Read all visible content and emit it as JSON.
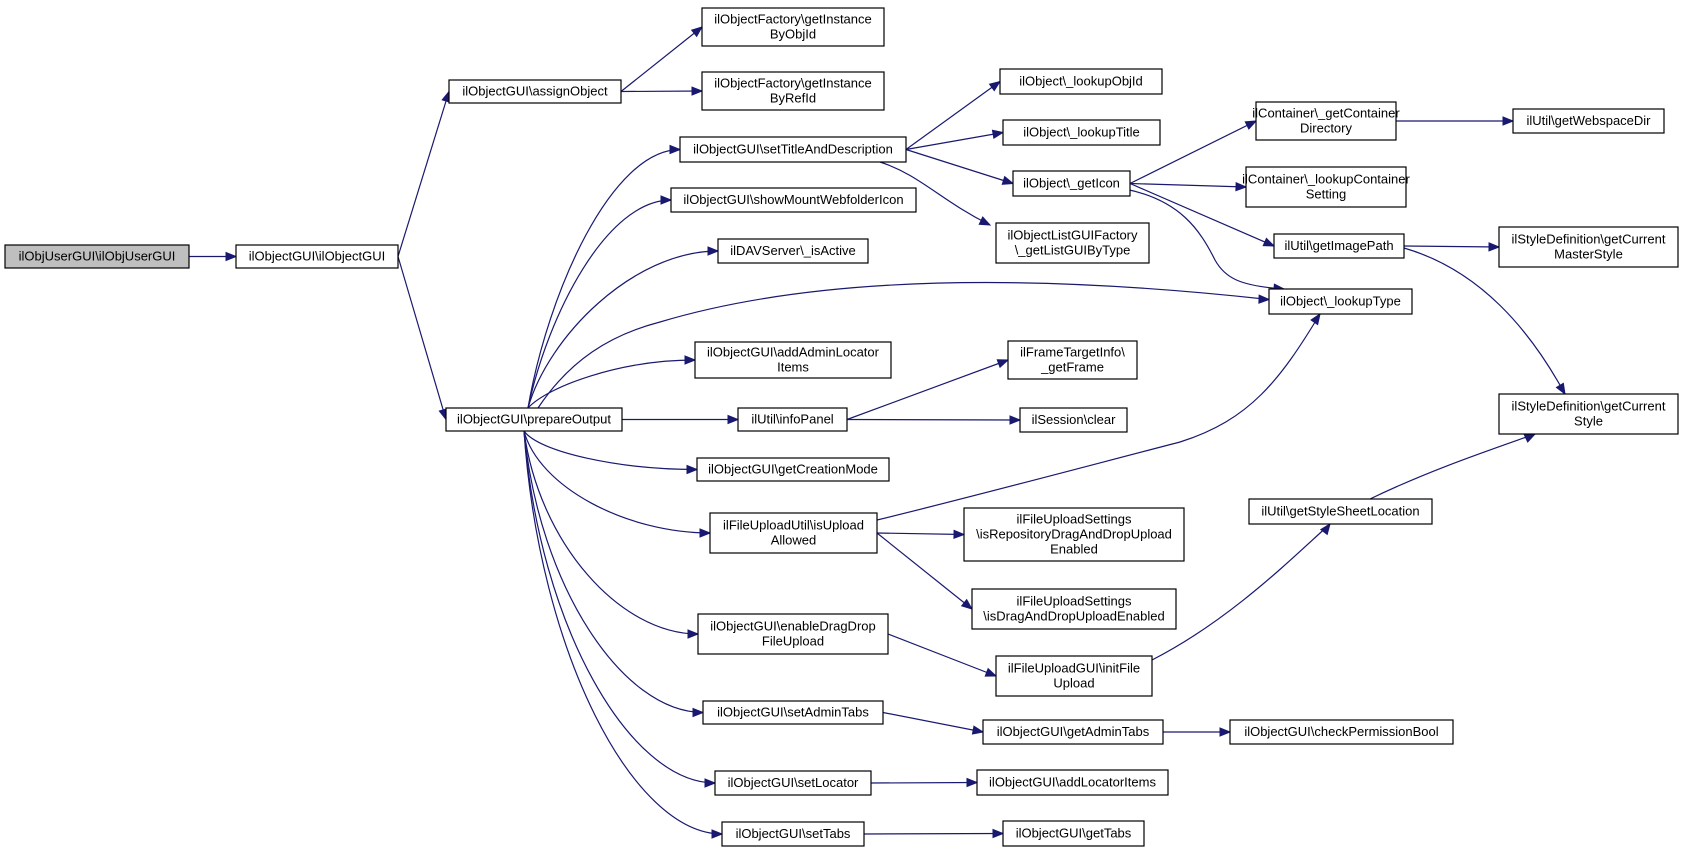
{
  "graph": {
    "edge_color": "#191970",
    "root_fill": "#bfbfbf",
    "nodes": [
      {
        "id": "root",
        "lines": [
          "ilObjUserGUI\\ilObjUserGUI"
        ],
        "root": true
      },
      {
        "id": "ctor",
        "lines": [
          "ilObjectGUI\\ilObjectGUI"
        ]
      },
      {
        "id": "assign",
        "lines": [
          "ilObjectGUI\\assignObject"
        ]
      },
      {
        "id": "getInstObj",
        "lines": [
          "ilObjectFactory\\getInstance",
          "ByObjId"
        ]
      },
      {
        "id": "getInstRef",
        "lines": [
          "ilObjectFactory\\getInstance",
          "ByRefId"
        ]
      },
      {
        "id": "prepare",
        "lines": [
          "ilObjectGUI\\prepareOutput"
        ]
      },
      {
        "id": "setTitle",
        "lines": [
          "ilObjectGUI\\setTitleAndDescription"
        ]
      },
      {
        "id": "showMount",
        "lines": [
          "ilObjectGUI\\showMountWebfolderIcon"
        ]
      },
      {
        "id": "davActive",
        "lines": [
          "ilDAVServer\\_isActive"
        ]
      },
      {
        "id": "addAdminLoc",
        "lines": [
          "ilObjectGUI\\addAdminLocator",
          "Items"
        ]
      },
      {
        "id": "infoPanel",
        "lines": [
          "ilUtil\\infoPanel"
        ]
      },
      {
        "id": "getCreation",
        "lines": [
          "ilObjectGUI\\getCreationMode"
        ]
      },
      {
        "id": "isUpload",
        "lines": [
          "ilFileUploadUtil\\isUpload",
          "Allowed"
        ]
      },
      {
        "id": "enableDD",
        "lines": [
          "ilObjectGUI\\enableDragDrop",
          "FileUpload"
        ]
      },
      {
        "id": "setAdminTabs",
        "lines": [
          "ilObjectGUI\\setAdminTabs"
        ]
      },
      {
        "id": "setLocator",
        "lines": [
          "ilObjectGUI\\setLocator"
        ]
      },
      {
        "id": "setTabs",
        "lines": [
          "ilObjectGUI\\setTabs"
        ]
      },
      {
        "id": "lookupObjId",
        "lines": [
          "ilObject\\_lookupObjId"
        ]
      },
      {
        "id": "lookupTitle",
        "lines": [
          "ilObject\\_lookupTitle"
        ]
      },
      {
        "id": "getIcon",
        "lines": [
          "ilObject\\_getIcon"
        ]
      },
      {
        "id": "listGUI",
        "lines": [
          "ilObjectListGUIFactory",
          "\\_getListGUIByType"
        ]
      },
      {
        "id": "frame",
        "lines": [
          "ilFrameTargetInfo\\",
          "_getFrame"
        ]
      },
      {
        "id": "sessClear",
        "lines": [
          "ilSession\\clear"
        ]
      },
      {
        "id": "repoDD",
        "lines": [
          "ilFileUploadSettings",
          "\\isRepositoryDragAndDropUpload",
          "Enabled"
        ]
      },
      {
        "id": "isDD",
        "lines": [
          "ilFileUploadSettings",
          "\\isDragAndDropUploadEnabled"
        ]
      },
      {
        "id": "initFile",
        "lines": [
          "ilFileUploadGUI\\initFile",
          "Upload"
        ]
      },
      {
        "id": "getAdminTabs",
        "lines": [
          "ilObjectGUI\\getAdminTabs"
        ]
      },
      {
        "id": "addLocItems",
        "lines": [
          "ilObjectGUI\\addLocatorItems"
        ]
      },
      {
        "id": "getTabs",
        "lines": [
          "ilObjectGUI\\getTabs"
        ]
      },
      {
        "id": "contDir",
        "lines": [
          "ilContainer\\_getContainer",
          "Directory"
        ]
      },
      {
        "id": "contSetting",
        "lines": [
          "ilContainer\\_lookupContainer",
          "Setting"
        ]
      },
      {
        "id": "imagePath",
        "lines": [
          "ilUtil\\getImagePath"
        ]
      },
      {
        "id": "lookupType",
        "lines": [
          "ilObject\\_lookupType"
        ]
      },
      {
        "id": "styleSheet",
        "lines": [
          "ilUtil\\getStyleSheetLocation"
        ]
      },
      {
        "id": "checkPerm",
        "lines": [
          "ilObjectGUI\\checkPermissionBool"
        ]
      },
      {
        "id": "webspace",
        "lines": [
          "ilUtil\\getWebspaceDir"
        ]
      },
      {
        "id": "masterStyle",
        "lines": [
          "ilStyleDefinition\\getCurrent",
          "MasterStyle"
        ]
      },
      {
        "id": "curStyle",
        "lines": [
          "ilStyleDefinition\\getCurrent",
          "Style"
        ]
      }
    ],
    "edges": [
      [
        "root",
        "ctor"
      ],
      [
        "ctor",
        "assign"
      ],
      [
        "ctor",
        "prepare"
      ],
      [
        "assign",
        "getInstObj"
      ],
      [
        "assign",
        "getInstRef"
      ],
      [
        "prepare",
        "setTitle"
      ],
      [
        "prepare",
        "showMount"
      ],
      [
        "prepare",
        "davActive"
      ],
      [
        "prepare",
        "lookupType"
      ],
      [
        "prepare",
        "addAdminLoc"
      ],
      [
        "prepare",
        "infoPanel"
      ],
      [
        "prepare",
        "getCreation"
      ],
      [
        "prepare",
        "isUpload"
      ],
      [
        "prepare",
        "enableDD"
      ],
      [
        "prepare",
        "setAdminTabs"
      ],
      [
        "prepare",
        "setLocator"
      ],
      [
        "prepare",
        "setTabs"
      ],
      [
        "setTitle",
        "lookupObjId"
      ],
      [
        "setTitle",
        "lookupTitle"
      ],
      [
        "setTitle",
        "getIcon"
      ],
      [
        "setTitle",
        "listGUI"
      ],
      [
        "getIcon",
        "contDir"
      ],
      [
        "getIcon",
        "contSetting"
      ],
      [
        "getIcon",
        "imagePath"
      ],
      [
        "getIcon",
        "lookupType"
      ],
      [
        "contDir",
        "webspace"
      ],
      [
        "imagePath",
        "masterStyle"
      ],
      [
        "imagePath",
        "curStyle"
      ],
      [
        "infoPanel",
        "frame"
      ],
      [
        "infoPanel",
        "sessClear"
      ],
      [
        "isUpload",
        "lookupType"
      ],
      [
        "isUpload",
        "repoDD"
      ],
      [
        "isUpload",
        "isDD"
      ],
      [
        "enableDD",
        "initFile"
      ],
      [
        "initFile",
        "styleSheet"
      ],
      [
        "styleSheet",
        "curStyle"
      ],
      [
        "setAdminTabs",
        "getAdminTabs"
      ],
      [
        "getAdminTabs",
        "checkPerm"
      ],
      [
        "setLocator",
        "addLocItems"
      ],
      [
        "setTabs",
        "getTabs"
      ]
    ]
  }
}
